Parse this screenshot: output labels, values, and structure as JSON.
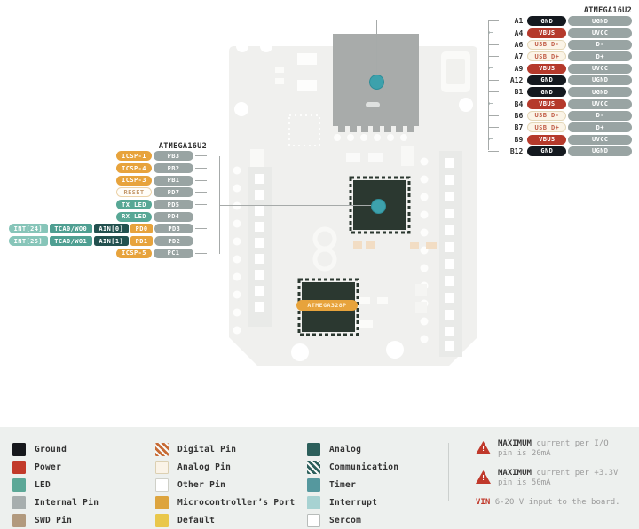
{
  "right_table": {
    "header": "ATMEGA16U2",
    "rows": [
      {
        "pin": "A1",
        "label": "GND",
        "port": "UGND",
        "type": "ground",
        "arrow": false
      },
      {
        "pin": "A4",
        "label": "VBUS",
        "port": "UVCC",
        "type": "power",
        "arrow": true
      },
      {
        "pin": "A6",
        "label": "USB D-",
        "port": "D-",
        "type": "usb",
        "arrow": false
      },
      {
        "pin": "A7",
        "label": "USB D+",
        "port": "D+",
        "type": "usb",
        "arrow": false
      },
      {
        "pin": "A9",
        "label": "VBUS",
        "port": "UVCC",
        "type": "power",
        "arrow": true
      },
      {
        "pin": "A12",
        "label": "GND",
        "port": "UGND",
        "type": "ground",
        "arrow": false
      },
      {
        "pin": "B1",
        "label": "GND",
        "port": "UGND",
        "type": "ground",
        "arrow": false
      },
      {
        "pin": "B4",
        "label": "VBUS",
        "port": "UVCC",
        "type": "power",
        "arrow": true
      },
      {
        "pin": "B6",
        "label": "USB D-",
        "port": "D-",
        "type": "usb",
        "arrow": false
      },
      {
        "pin": "B7",
        "label": "USB D+",
        "port": "D+",
        "type": "usb",
        "arrow": false
      },
      {
        "pin": "B9",
        "label": "VBUS",
        "port": "UVCC",
        "type": "power",
        "arrow": true
      },
      {
        "pin": "B12",
        "label": "GND",
        "port": "UGND",
        "type": "ground",
        "arrow": false
      }
    ]
  },
  "left_table": {
    "header": "ATMEGA16U2",
    "rows": [
      {
        "segments": [
          {
            "text": "ICSP-1",
            "type": "mcu_port"
          }
        ],
        "port": "PB3"
      },
      {
        "segments": [
          {
            "text": "ICSP-4",
            "type": "mcu_port"
          }
        ],
        "port": "PB2"
      },
      {
        "segments": [
          {
            "text": "ICSP-3",
            "type": "mcu_port"
          }
        ],
        "port": "PB1"
      },
      {
        "segments": [
          {
            "text": "RESET",
            "type": "reset"
          }
        ],
        "port": "PD7"
      },
      {
        "segments": [
          {
            "text": "TX LED",
            "type": "led"
          }
        ],
        "port": "PD5"
      },
      {
        "segments": [
          {
            "text": "RX LED",
            "type": "led"
          }
        ],
        "port": "PD4"
      },
      {
        "segments": [
          {
            "text": "INT[24]",
            "type": "interrupt"
          },
          {
            "text": "TCA0/WO0",
            "type": "timer"
          },
          {
            "text": "AIN[0]",
            "type": "analog"
          },
          {
            "text": "PD0",
            "type": "mcu_port"
          }
        ],
        "port": "PD3"
      },
      {
        "segments": [
          {
            "text": "INT[25]",
            "type": "interrupt"
          },
          {
            "text": "TCA0/WO1",
            "type": "timer"
          },
          {
            "text": "AIN[1]",
            "type": "analog"
          },
          {
            "text": "PD1",
            "type": "mcu_port"
          }
        ],
        "port": "PD2"
      },
      {
        "segments": [
          {
            "text": "ICSP-5",
            "type": "mcu_port"
          }
        ],
        "port": "PC1"
      }
    ]
  },
  "board": {
    "chip_label": "ATMEGA328P"
  },
  "legend": {
    "columns": [
      [
        {
          "label": "Ground",
          "color": "#16181c"
        },
        {
          "label": "Power",
          "color": "#c23a2a"
        },
        {
          "label": "LED",
          "color": "#5ca897"
        },
        {
          "label": "Internal Pin",
          "color": "#a7aeae"
        },
        {
          "label": "SWD Pin",
          "color": "#b29a7e"
        }
      ],
      [
        {
          "label": "Digital Pin",
          "color": "#c76b35",
          "striped": true
        },
        {
          "label": "Analog Pin",
          "color": "#faf3e7",
          "border": "#dcd0b2"
        },
        {
          "label": "Other Pin",
          "color": "#ffffff",
          "border": "#cfd0c8"
        },
        {
          "label": "Microcontroller’s Port",
          "color": "#dda43e"
        },
        {
          "label": "Default",
          "color": "#e9c74b"
        }
      ],
      [
        {
          "label": "Analog",
          "color": "#2c5f5b"
        },
        {
          "label": "Communication",
          "color": "#2c5f5b",
          "striped": true
        },
        {
          "label": "Timer",
          "color": "#55989e"
        },
        {
          "label": "Interrupt",
          "color": "#a7d2d2"
        },
        {
          "label": "Sercom",
          "color": "#ffffff",
          "border": "#b8bcba"
        }
      ]
    ]
  },
  "notes": {
    "warnings": [
      {
        "strong": "MAXIMUM",
        "line1": "current per I/O",
        "line2": "pin is 20mA"
      },
      {
        "strong": "MAXIMUM",
        "line1": "current per +3.3V",
        "line2": "pin is 50mA"
      }
    ],
    "vin": {
      "strong": "VIN",
      "text": "6-20 V input to the board."
    }
  },
  "colors": {
    "accent_teal": "#3da1ac",
    "warning_red": "#c0392b",
    "mcu_orange": "#e7a33c",
    "legend_background": "#edf0ee"
  }
}
